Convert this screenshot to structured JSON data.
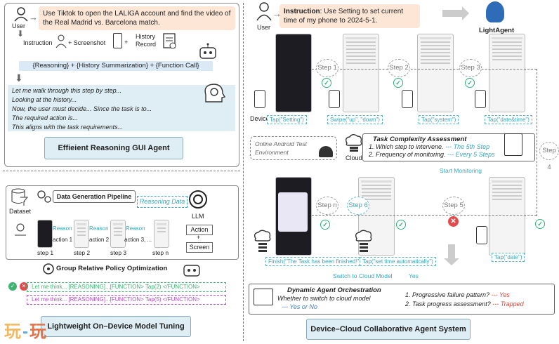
{
  "left_top": {
    "user_label": "User",
    "instruction": "Use Tiktok to open the LALIGA account and find the video of the Real Madrid vs. Barcelona match.",
    "inputs": {
      "instruction": "Instruction",
      "screenshot": "+ Screenshot",
      "plus": "+",
      "history_record": "History Record"
    },
    "output_line": "{Reasoning} + {History Summarization} + {Function Call}",
    "reasoning_lines": [
      "Let me walk through this step by step...",
      "Looking at the history...",
      "Now, the user must decide... Since the task is to...",
      "The required action is...",
      "This aligns with the task requirements..."
    ],
    "title": "Effieient Reasoning GUI Agent"
  },
  "left_bottom": {
    "dataset_label": "Dataset",
    "pipeline_label": "Data Generation Pipeline",
    "reasoning_data_label": "Reasoning Data",
    "llm_label": "LLM",
    "action_label": "Action",
    "plus": "+",
    "screen_label": "Screen",
    "reason_labels": [
      "Reason",
      "Reason",
      "Reason"
    ],
    "action_labels": [
      "action 1",
      "action 2",
      "action 3, ...",
      ""
    ],
    "step_labels": [
      "step 1",
      "step 2",
      "step 3",
      "step n"
    ],
    "grpo_label": "Group Relative Policy Optimization",
    "think_green": "Let me think... [REASONING]...[FUNCTION> Tap(2) </FUNCTION>",
    "think_purple": "Let me think... [REASONING]...[FUNCTION> Tap(5) </FUNCTION>",
    "title": "Lightweight On–Device Model Tuning"
  },
  "right": {
    "user_label": "User",
    "instruction_prefix": "Instruction",
    "instruction": ": Use Setting to set current time of my phone to 2024-5-1.",
    "agent_label": "LightAgent",
    "device_label": "Device",
    "steps_top": [
      "Step 1",
      "Step 2",
      "Step 3"
    ],
    "step4": "Step 4",
    "step5": "Step 5",
    "step6": "Step 6",
    "stepn": "Step n",
    "taps_top": [
      "Tap(\"Setting\")",
      "Swipe(\"up\", \"down\")",
      "Tap(\"system\")",
      "Tap(\"date&time\")"
    ],
    "env_label": "Online Android Test Environment",
    "cloud_label": "Cloud",
    "assess_title": "Task Complexity Assessment",
    "assess_q1": "1. Which step to intervene.",
    "assess_a1": "--- The 5th Step",
    "assess_q2": "2. Frequency of monitoring.",
    "assess_a2": "--- Every 5 Steps",
    "start_monitoring": "Start Monitoring",
    "tap_date": "Tap(\"date\")",
    "finish": "Finish(\"The Task has been finished!\")",
    "tap_auto": "Tap(\"set time automatically\")",
    "switch_cloud": "Switch to Cloud Model",
    "yes": "Yes",
    "orch_title": "Dynamic Agent Orchestration",
    "orch_q": "Whether to switch to cloud model",
    "orch_ans": "--- Yes or No",
    "p1": "1.    Progressive failure pattern?",
    "p1_ans": "--- Yes",
    "p2": "2. Task progress assessment?",
    "p2_ans": "--- Trapped",
    "title": "Device–Cloud Collaborative Agent System"
  },
  "colors": {
    "instruction_bg": "#fde6d6",
    "reasoning_bg": "#dfeef5",
    "output_bg": "#dbe9f6",
    "check": "#2ab07a",
    "tap": "#3aa7b8",
    "fail": "#e24b4b"
  }
}
